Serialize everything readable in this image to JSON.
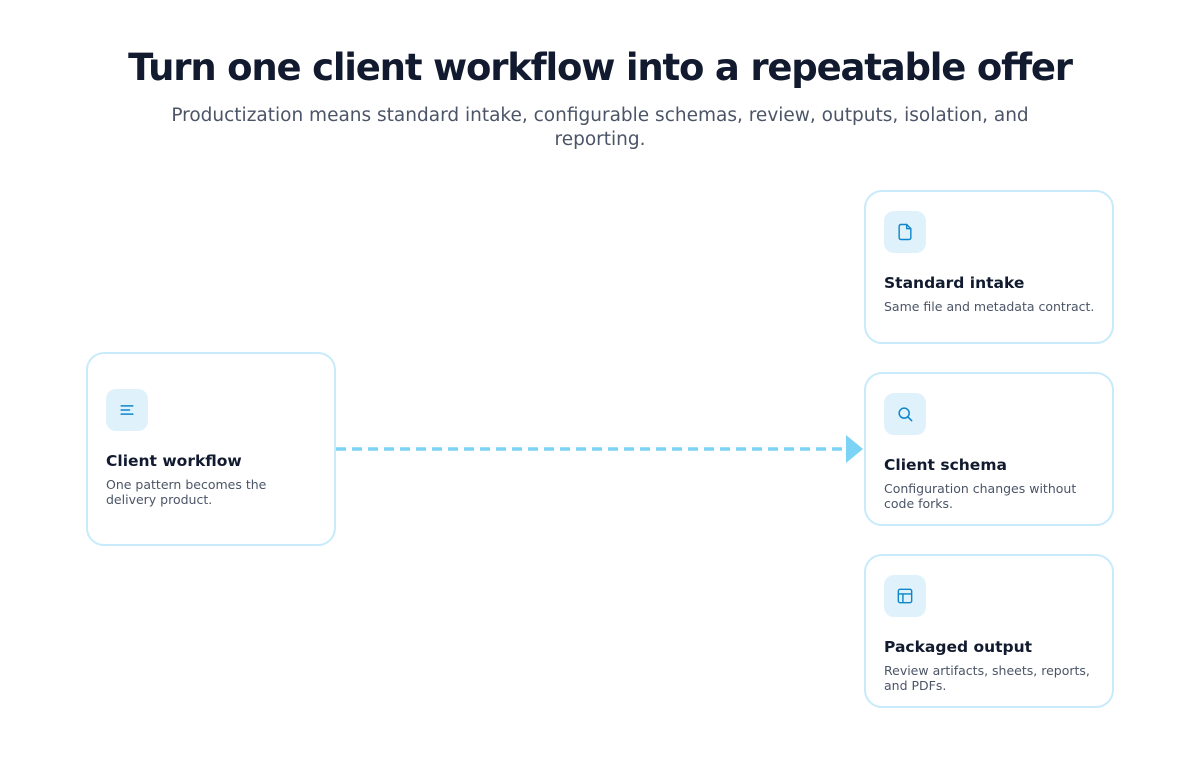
{
  "header": {
    "title": "Turn one client workflow into a repeatable offer",
    "subtitle": "Productization means standard intake, configurable schemas, review, outputs, isolation, and reporting."
  },
  "source": {
    "title": "Client workflow",
    "description": "One pattern becomes the delivery product.",
    "icon": "align-left-icon"
  },
  "targets": [
    {
      "title": "Standard intake",
      "description": "Same file and metadata contract.",
      "icon": "file-icon"
    },
    {
      "title": "Client schema",
      "description": "Configuration changes without code forks.",
      "icon": "search-icon"
    },
    {
      "title": "Packaged output",
      "description": "Review artifacts, sheets, reports, and PDFs.",
      "icon": "layout-icon"
    }
  ],
  "colors": {
    "accent": "#0f86c9",
    "border": "#c7ebfa",
    "icon_bg": "#dff2fc",
    "arrow": "#7dd3f5"
  }
}
